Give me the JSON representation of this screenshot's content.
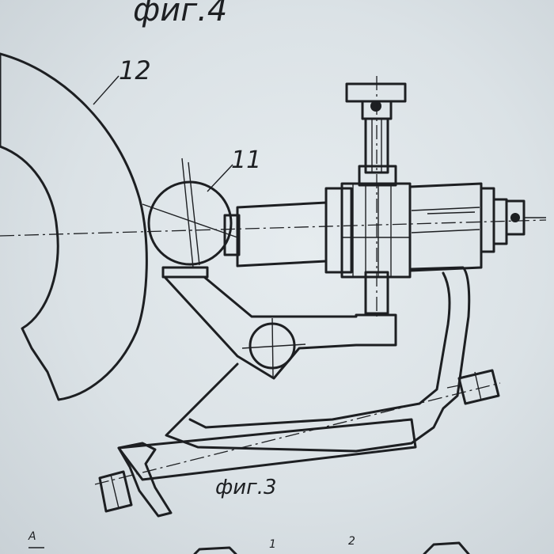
{
  "figures": {
    "top_caption": "фиг.4",
    "bottom_caption": "фиг.3"
  },
  "callouts": {
    "wheel": "12",
    "ball": "11"
  },
  "fragment_labels": {
    "section_mark": "A",
    "part_1": "1",
    "part_2": "2"
  },
  "colors": {
    "paper": "#dbe2e6",
    "ink": "#1d1f22"
  }
}
